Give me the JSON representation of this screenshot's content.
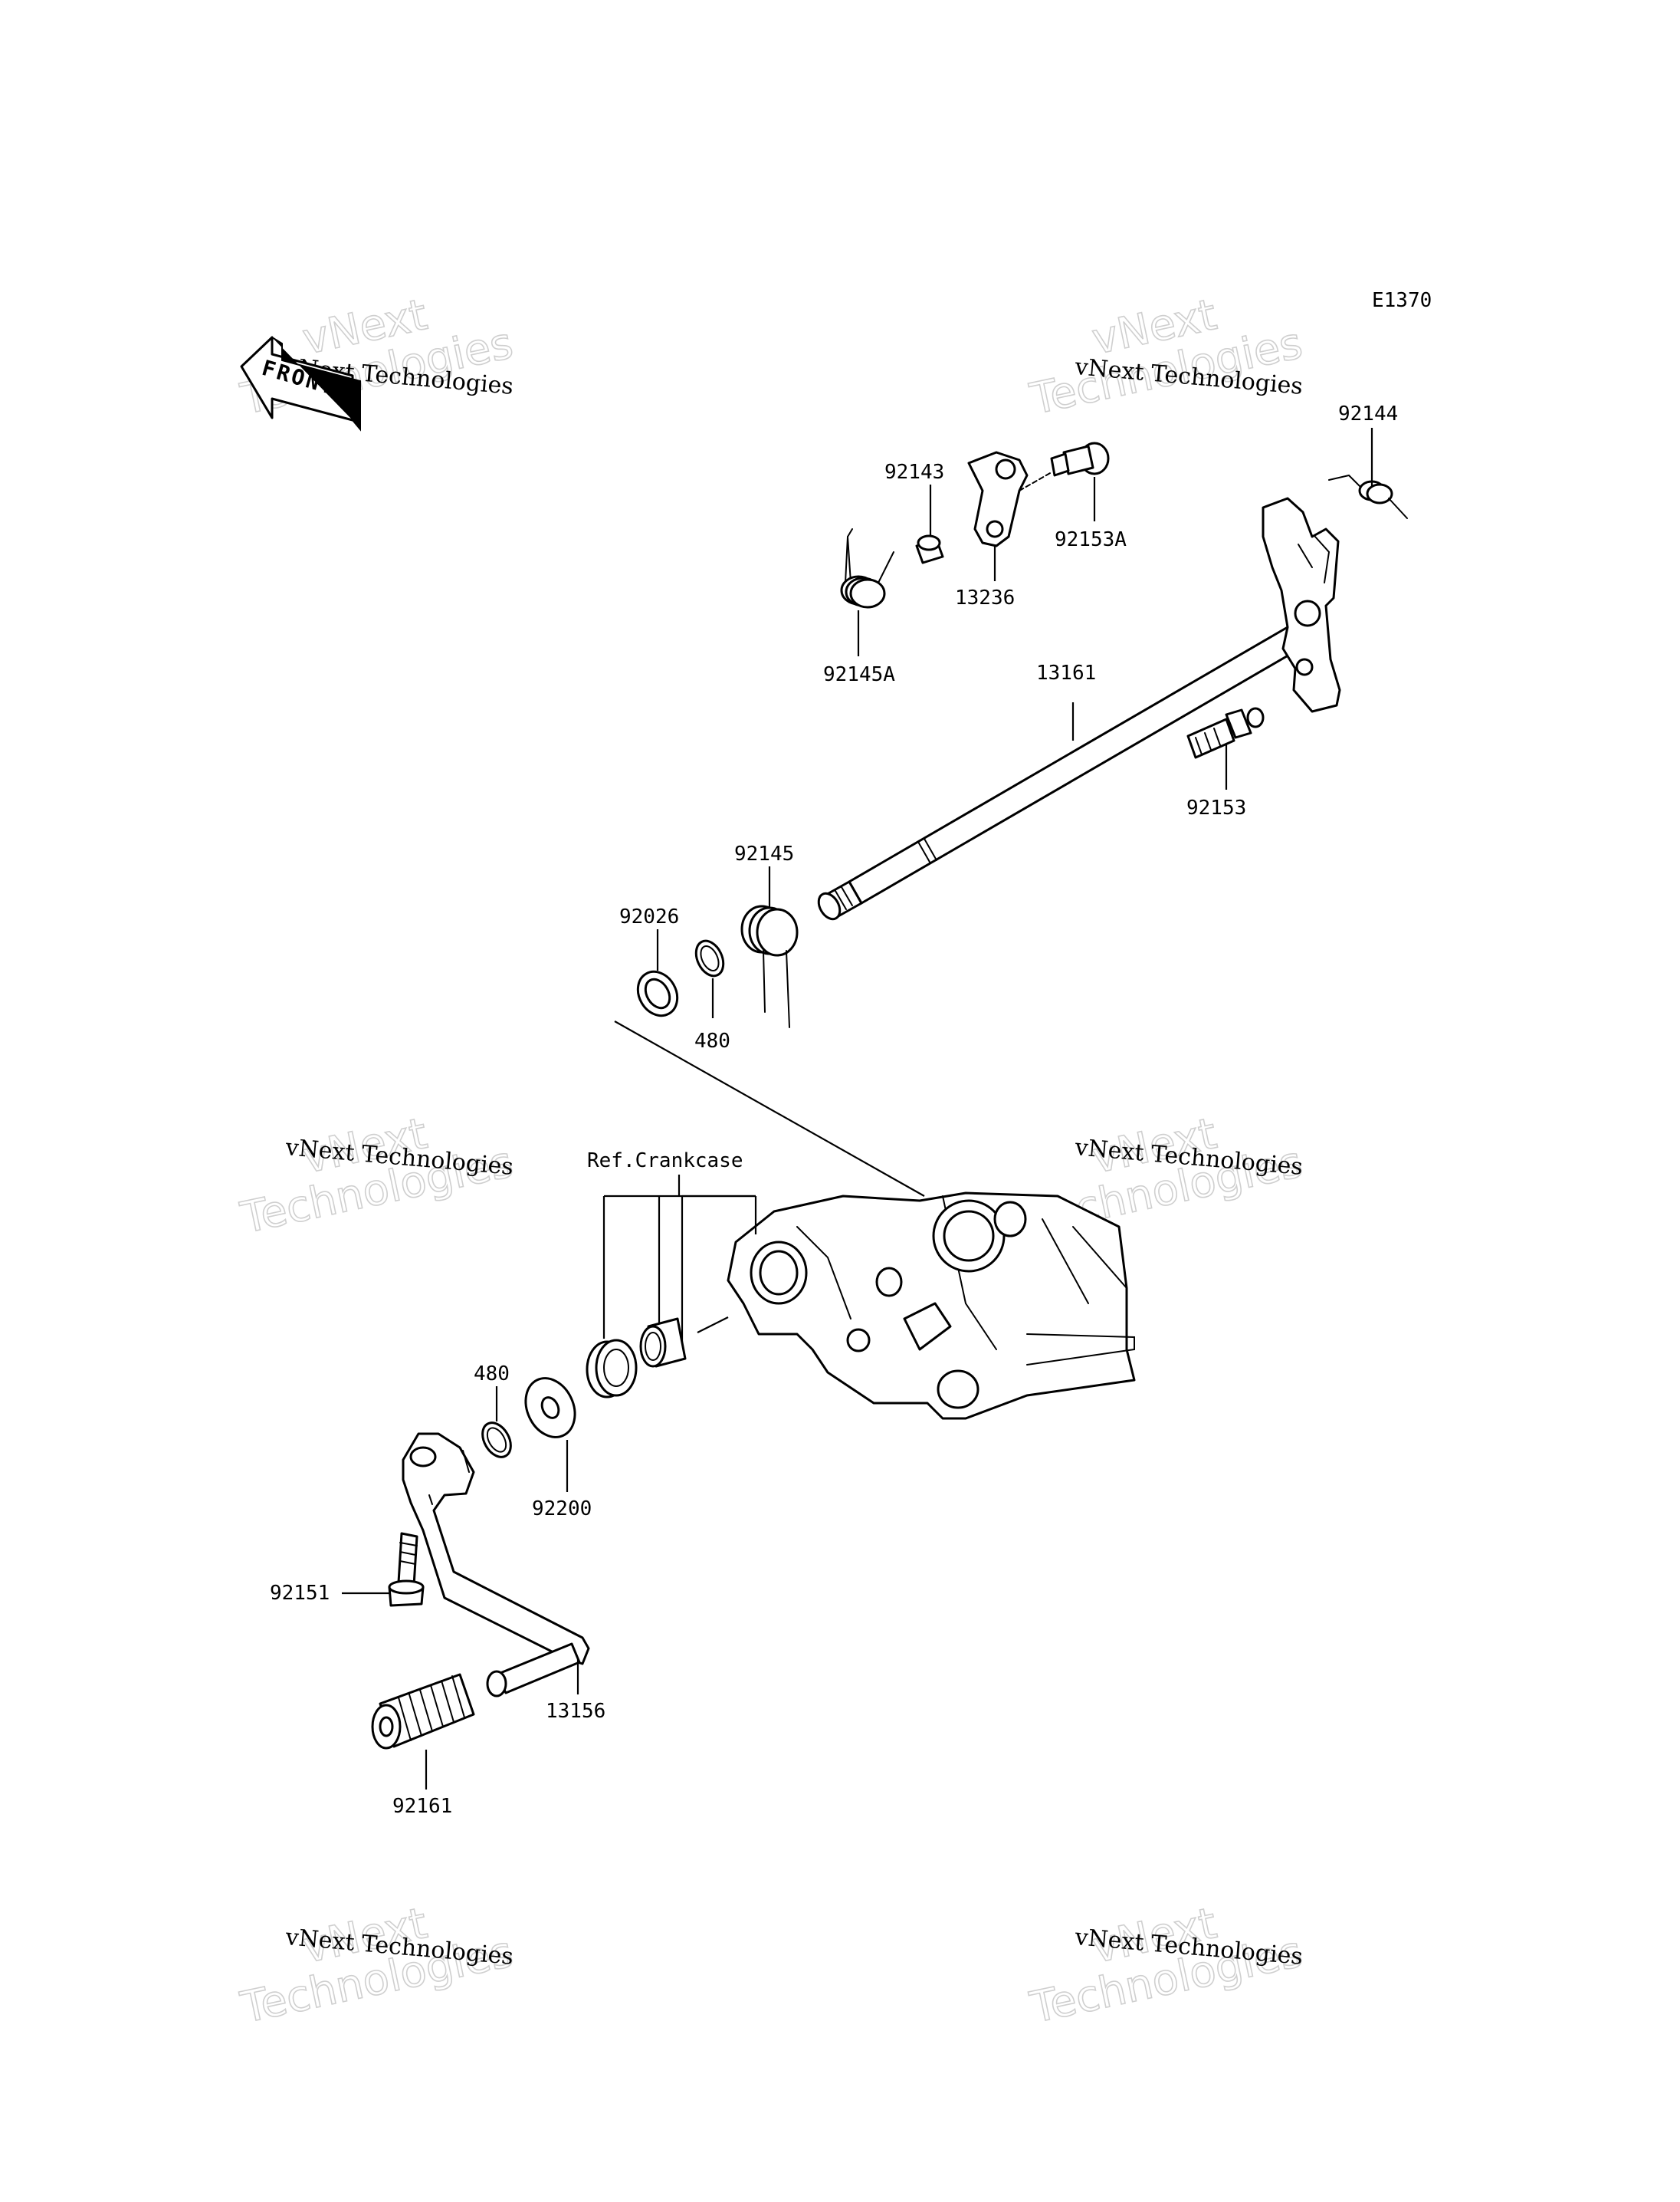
{
  "diagram": {
    "code": "E1370",
    "front_label": "FRONT",
    "ref_label": "Ref.Crankcase",
    "parts": [
      {
        "id": "p92144",
        "label": "92144"
      },
      {
        "id": "p92143",
        "label": "92143"
      },
      {
        "id": "p92153A",
        "label": "92153A"
      },
      {
        "id": "p13236",
        "label": "13236"
      },
      {
        "id": "p92145A",
        "label": "92145A"
      },
      {
        "id": "p13161",
        "label": "13161"
      },
      {
        "id": "p92153",
        "label": "92153"
      },
      {
        "id": "p92145",
        "label": "92145"
      },
      {
        "id": "p92026",
        "label": "92026"
      },
      {
        "id": "p480a",
        "label": "480"
      },
      {
        "id": "p480b",
        "label": "480"
      },
      {
        "id": "p92200",
        "label": "92200"
      },
      {
        "id": "p92151",
        "label": "92151"
      },
      {
        "id": "p13156",
        "label": "13156"
      },
      {
        "id": "p92161",
        "label": "92161"
      }
    ]
  },
  "watermark": {
    "line1": "vNext Technologies",
    "line2a": "vNext",
    "line2b": "Technologies"
  }
}
